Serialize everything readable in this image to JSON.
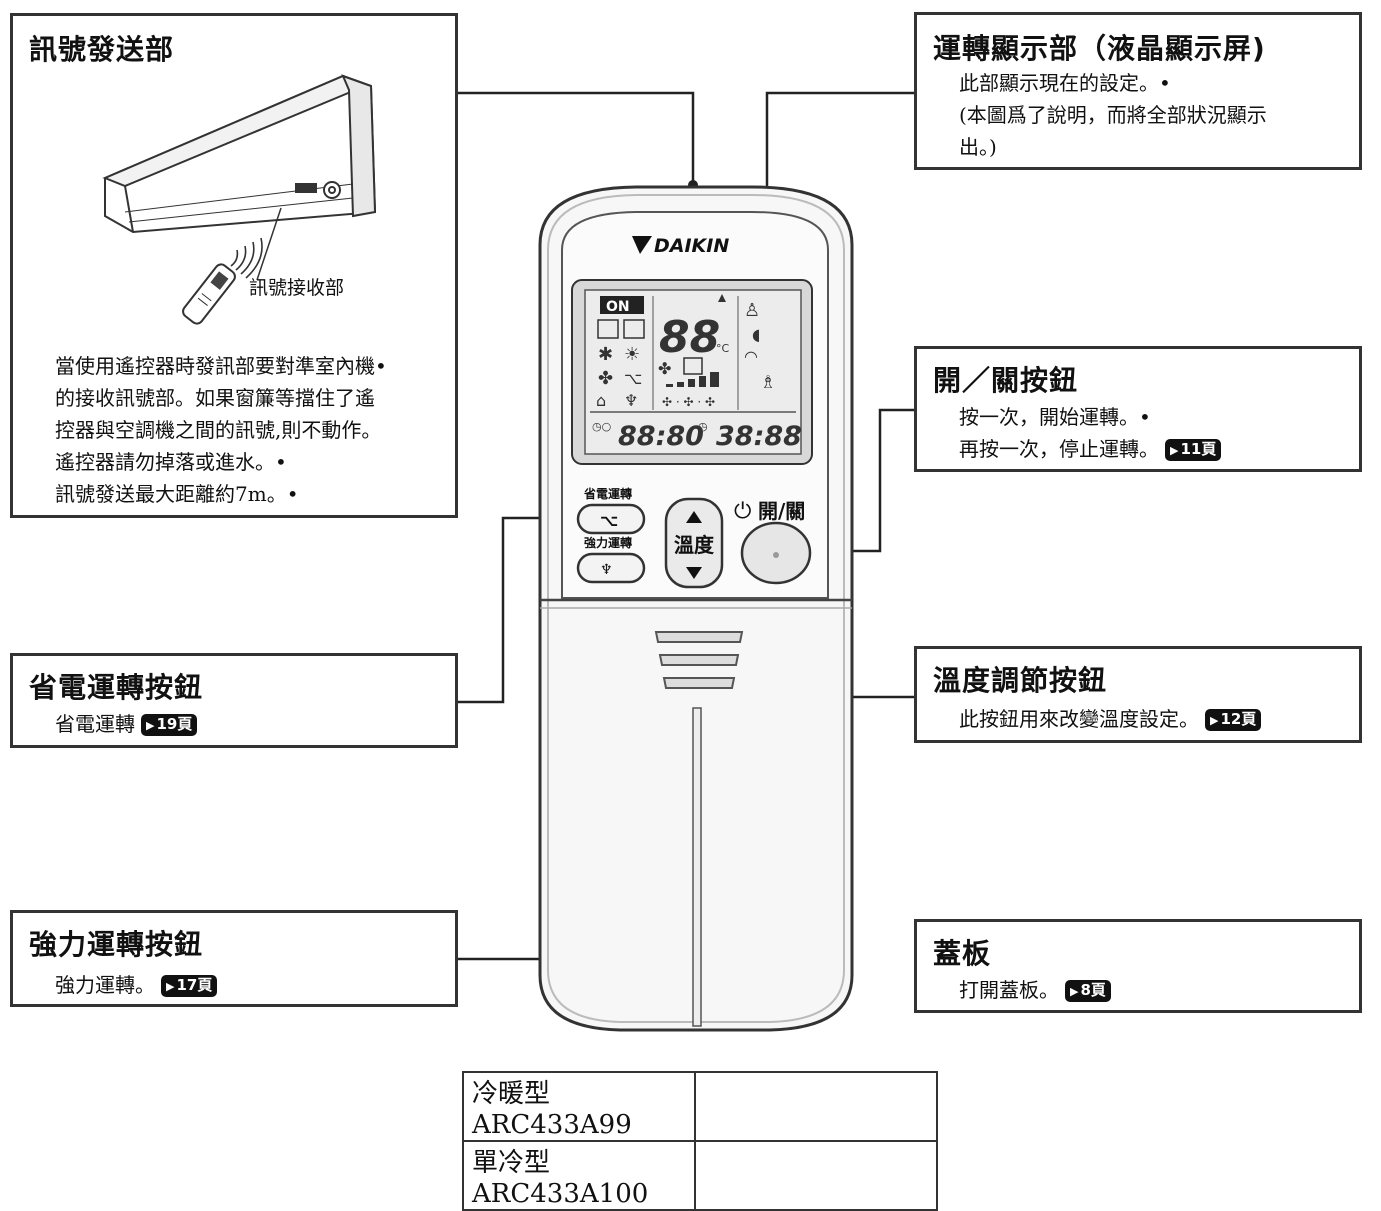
{
  "boxes": {
    "transmitter": {
      "title": "訊號發送部",
      "receiver_label": "訊號接收部",
      "lines": [
        "當使用遙控器時發訊部要對準室內機•",
        "的接收訊號部。如果窗簾等擋住了遙",
        "控器與空調機之間的訊號,則不動作。",
        "遙控器請勿掉落或進水。•",
        "訊號發送最大距離約7m。•"
      ]
    },
    "display": {
      "title": "運轉顯示部（液晶顯示屏)",
      "lines": [
        "此部顯示現在的設定。•",
        "(本圖爲了說明，而將全部狀況顯示",
        "出。)"
      ]
    },
    "onoff": {
      "title": "開／關按鈕",
      "lines": [
        "按一次，開始運轉。•",
        "再按一次，停止運轉。"
      ],
      "page": "11頁"
    },
    "temp": {
      "title": "溫度調節按鈕",
      "line": "此按鈕用來改變溫度設定。",
      "page": "12頁"
    },
    "econo": {
      "title": "省電運轉按鈕",
      "line": "省電運轉",
      "page": "19頁"
    },
    "powerful": {
      "title": "強力運轉按鈕",
      "line": "強力運轉。",
      "page": "17頁"
    },
    "cover": {
      "title": "蓋板",
      "line": "打開蓋板。",
      "page": "8頁"
    }
  },
  "remote": {
    "brand": "DAIKIN",
    "lcd": {
      "on": "ON",
      "temp": "88",
      "unit": "°C",
      "timer_on": "88:80",
      "timer_off": "38:88"
    },
    "econo_label": "省電運轉",
    "powerful_label": "強力運轉",
    "temp_label": "溫度",
    "power_label": "開/關"
  },
  "models": [
    {
      "type": "冷暖型",
      "code": "ARC433A99"
    },
    {
      "type": "單冷型",
      "code": "ARC433A100"
    }
  ]
}
